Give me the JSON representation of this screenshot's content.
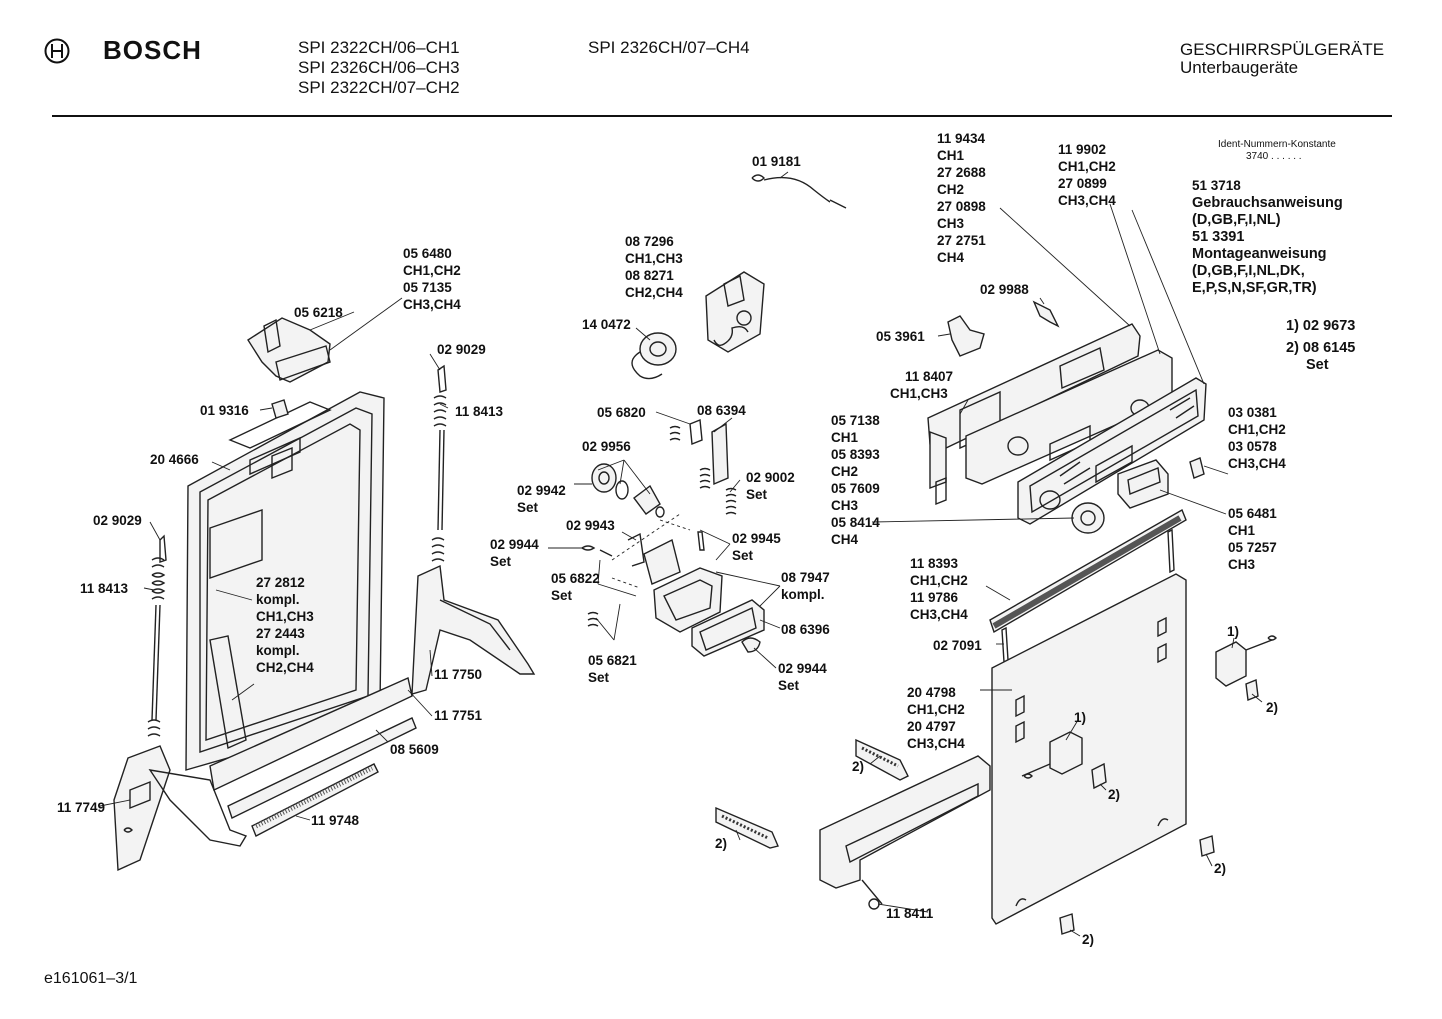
{
  "header": {
    "brand": "BOSCH",
    "models_col1": [
      "SPI 2322CH/06–CH1",
      "SPI 2326CH/06–CH3",
      "SPI 2322CH/07–CH2"
    ],
    "models_col2": [
      "SPI 2326CH/07–CH4"
    ],
    "category": "GESCHIRRSPÜLGERÄTE",
    "subcategory": "Unterbaugeräte"
  },
  "ident": {
    "title": "Ident-Nummern-Konstante",
    "value": "3740 . .    . . . ."
  },
  "docs": [
    "51 3718",
    "Gebrauchsanweisung",
    "(D,GB,F,I,NL)",
    "51 3391",
    "Montageanweisung",
    "(D,GB,F,I,NL,DK,",
    "E,P,S,N,SF,GR,TR)"
  ],
  "footnotes": [
    "1) 02 9673",
    "2) 08 6145",
    "Set"
  ],
  "labels": {
    "p019181": "01 9181",
    "p119434": [
      "11 9434",
      "CH1",
      "27 2688",
      "CH2",
      "27 0898",
      "CH3",
      "27 2751",
      "CH4"
    ],
    "p119902": [
      "11 9902",
      "CH1,CH2",
      "27 0899",
      "CH3,CH4"
    ],
    "p087296": [
      "08 7296",
      "CH1,CH3",
      "08 8271",
      "CH2,CH4"
    ],
    "p056480": [
      "05 6480",
      "CH1,CH2",
      "05 7135",
      "CH3,CH4"
    ],
    "p056218": "05 6218",
    "p140472": "14 0472",
    "p029988": "02 9988",
    "p053961": "05 3961",
    "p029029a": "02 9029",
    "p118413a": "11 8413",
    "p019316": "01 9316",
    "p204666": "20 4666",
    "p118407": [
      "11 8407",
      "CH1,CH3"
    ],
    "p056820": "05 6820",
    "p086394": "08 6394",
    "p029956": "02 9956",
    "p057138": [
      "05 7138",
      "CH1",
      "05 8393",
      "CH2",
      "05 7609",
      "CH3",
      "05 8414",
      "CH4"
    ],
    "p030381": [
      "03 0381",
      "CH1,CH2",
      "03 0578",
      "CH3,CH4"
    ],
    "p029002": [
      "02 9002",
      "Set"
    ],
    "p029942": [
      "02 9942",
      "Set"
    ],
    "p029029b": "02 9029",
    "p029943": "02 9943",
    "p029945": [
      "02 9945",
      "Set"
    ],
    "p056481": [
      "05 6481",
      "CH1",
      "05 7257",
      "CH3"
    ],
    "p029944a": [
      "02 9944",
      "Set"
    ],
    "p118393": [
      "11 8393",
      "CH1,CH2",
      "11 9786",
      "CH3,CH4"
    ],
    "p118413b": "11 8413",
    "p272812": [
      "27 2812",
      "kompl.",
      "CH1,CH3",
      "27 2443",
      "kompl.",
      "CH2,CH4"
    ],
    "p056822": [
      "05 6822",
      "Set"
    ],
    "p087947": [
      "08 7947",
      "kompl."
    ],
    "p086396": "08 6396",
    "p027091": "02 7091",
    "fn1a": "1)",
    "p056821": [
      "05 6821",
      "Set"
    ],
    "p029944b": [
      "02 9944",
      "Set"
    ],
    "p117750": "11 7750",
    "p204798": [
      "20 4798",
      "CH1,CH2",
      "20 4797",
      "CH3,CH4"
    ],
    "fn2a": "2)",
    "p117751": "11 7751",
    "fn1b": "1)",
    "p085609": "08 5609",
    "fn2b": "2)",
    "fn2c": "2)",
    "p117749": "11 7749",
    "p119748": "11 9748",
    "fn2d": "2)",
    "fn2e": "2)",
    "p118411": "11 8411",
    "fn2f": "2)"
  },
  "footer": "e161061–3/1"
}
